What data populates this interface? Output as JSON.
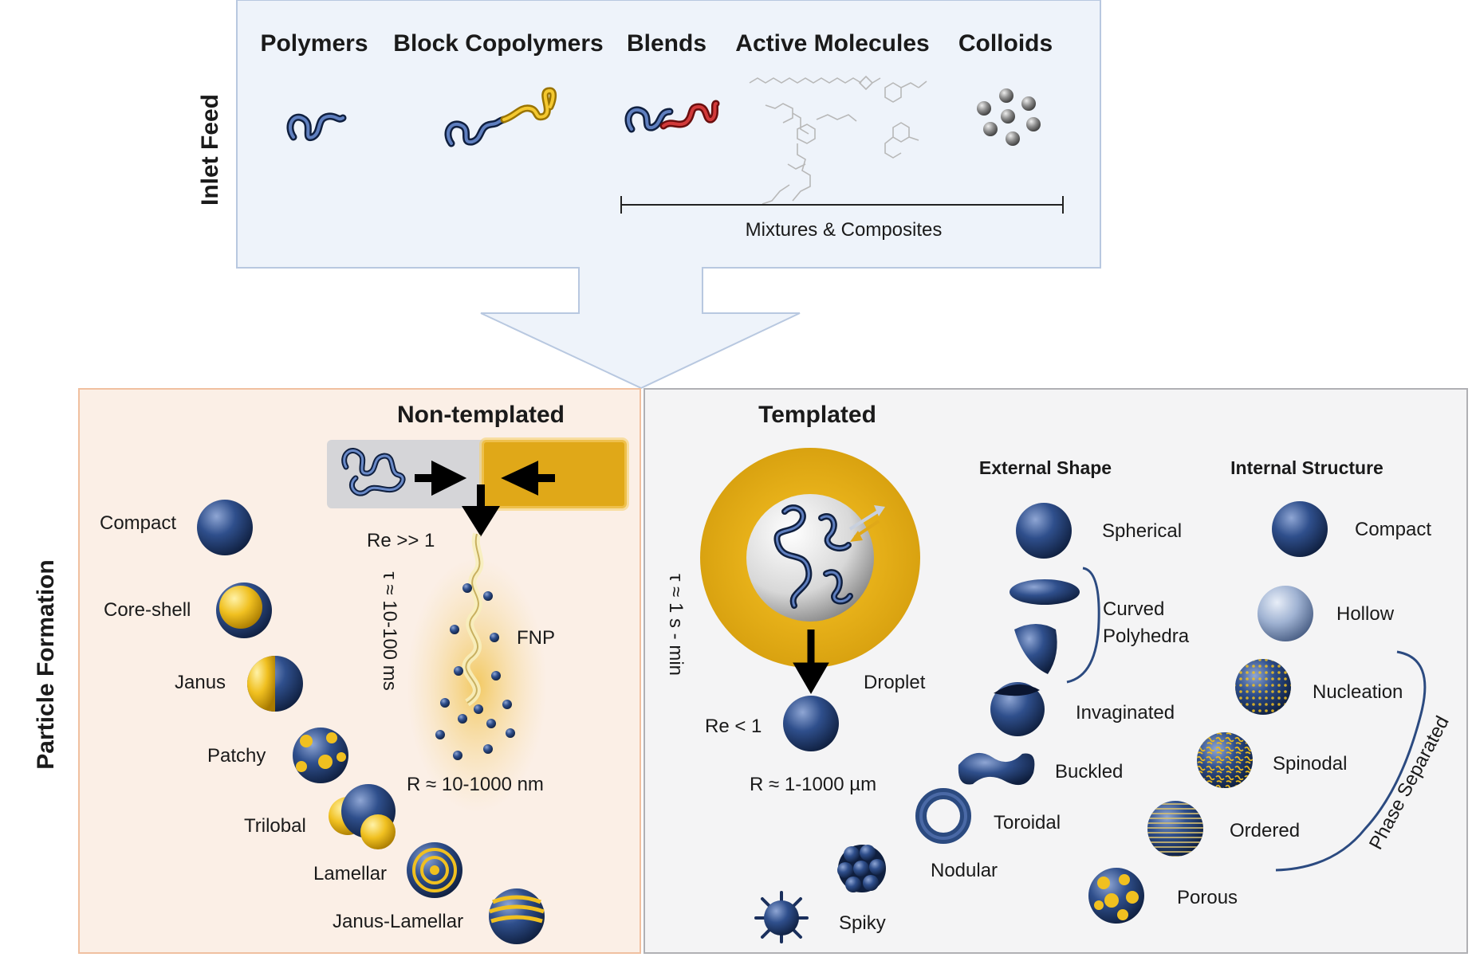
{
  "inlet": {
    "side_label": "Inlet Feed",
    "columns": [
      "Polymers",
      "Block Copolymers",
      "Blends",
      "Active Molecules",
      "Colloids"
    ],
    "mixtures_label": "Mixtures & Composites"
  },
  "formation": {
    "side_label": "Particle Formation"
  },
  "non_templated": {
    "title": "Non-templated",
    "reynolds": "Re >> 1",
    "time": "τ ≈ 10-100 ms",
    "method": "FNP",
    "radius": "R ≈ 10-1000 nm",
    "morphologies": [
      "Compact",
      "Core-shell",
      "Janus",
      "Patchy",
      "Trilobal",
      "Lamellar",
      "Janus-Lamellar"
    ]
  },
  "templated": {
    "title": "Templated",
    "time": "τ ≈ 1 s - min",
    "droplet": "Droplet",
    "reynolds": "Re < 1",
    "radius": "R ≈ 1-1000 µm",
    "external_shape": {
      "title": "External Shape",
      "spherical": "Spherical",
      "curved_1": "Curved",
      "curved_2": "Polyhedra",
      "invaginated": "Invaginated",
      "buckled": "Buckled",
      "toroidal": "Toroidal",
      "nodular": "Nodular",
      "spiky": "Spiky"
    },
    "internal_structure": {
      "title": "Internal Structure",
      "compact": "Compact",
      "hollow": "Hollow",
      "nucleation": "Nucleation",
      "spinodal": "Spinodal",
      "ordered": "Ordered",
      "porous": "Porous",
      "phase_separated": "Phase Separated"
    }
  },
  "colors": {
    "blue": "#2b4a80",
    "gold": "#e6b01c",
    "red": "#b02525",
    "inlet_bg": "#eef3fa",
    "left_bg": "#fbefe6",
    "right_bg": "#f4f4f5"
  }
}
